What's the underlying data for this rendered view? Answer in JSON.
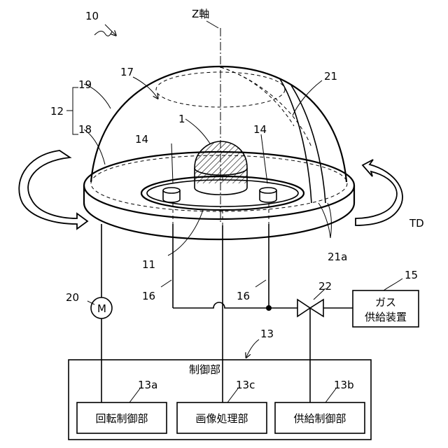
{
  "labels": {
    "device": "10",
    "z_axis": "Z軸",
    "chamber": "12",
    "upper_dome": "19",
    "lower_part": "18",
    "interior": "17",
    "substrate": "1",
    "nozzle_left": "14",
    "nozzle_right": "14",
    "shutter": "21",
    "shutter_edge": "21a",
    "table": "11",
    "rotation": "TD",
    "motor_ref": "20",
    "motor_symbol": "M",
    "pipe_left": "16",
    "pipe_right": "16",
    "valve": "22",
    "gas_ref": "15",
    "controller_ref": "13",
    "rot_ctrl_ref": "13a",
    "img_ref": "13c",
    "supply_ctrl_ref": "13b"
  },
  "blocks": {
    "gas_line1": "ガス",
    "gas_line2": "供給装置",
    "controller": "制御部",
    "rotation_control": "回転制御部",
    "image_processing": "画像処理部",
    "supply_control": "供給制御部"
  }
}
